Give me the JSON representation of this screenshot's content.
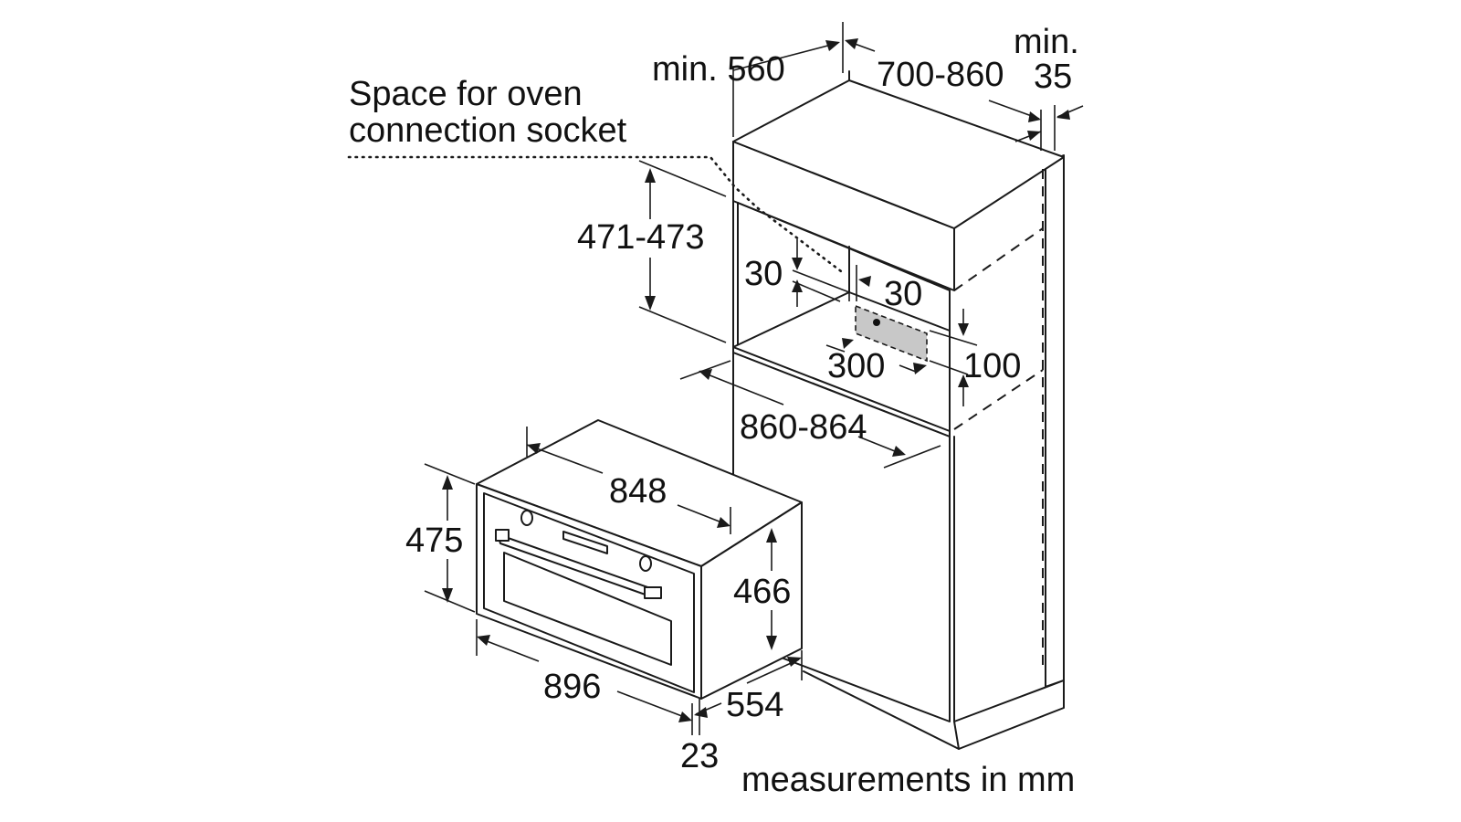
{
  "labels": {
    "socket_space_line1": "Space for oven",
    "socket_space_line2": "connection socket",
    "min_560": "min. 560",
    "range_700_860": "700-860",
    "min_label": "min.",
    "val_35": "35",
    "range_471_473": "471-473",
    "val_30_left": "30",
    "val_30_right": "30",
    "val_300": "300",
    "val_100": "100",
    "range_860_864": "860-864",
    "val_848": "848",
    "val_475": "475",
    "val_466": "466",
    "val_896": "896",
    "val_554": "554",
    "val_23": "23",
    "units_note": "measurements in mm"
  }
}
